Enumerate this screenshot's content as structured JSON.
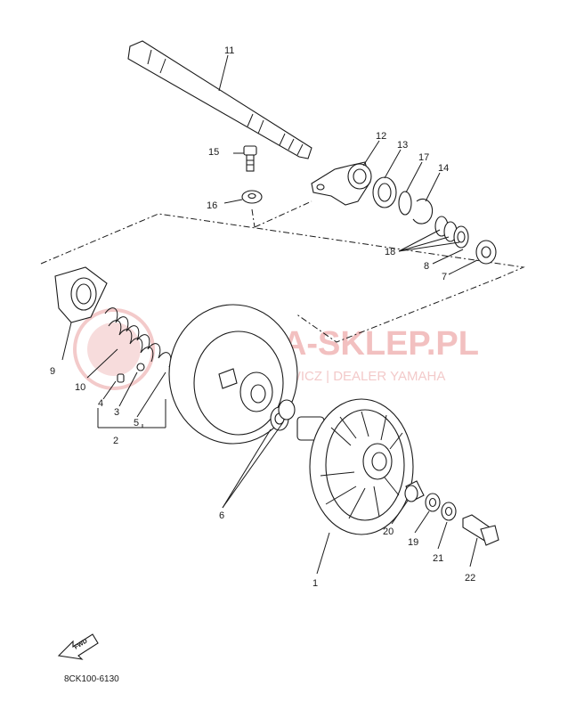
{
  "watermark": {
    "main": "YAMA-SKLEP.PL",
    "sub": "WOJCIECHOWICZ | DEALER YAMAHA",
    "color": "#f2c0c0"
  },
  "callouts": [
    "1",
    "2",
    "3",
    "4",
    "5",
    "6",
    "7",
    "8",
    "9",
    "10",
    "11",
    "12",
    "13",
    "14",
    "15",
    "16",
    "17",
    "18",
    "19",
    "20",
    "21",
    "22"
  ],
  "fwd_label": "FWD",
  "diagram_code": "8CK100-6130"
}
